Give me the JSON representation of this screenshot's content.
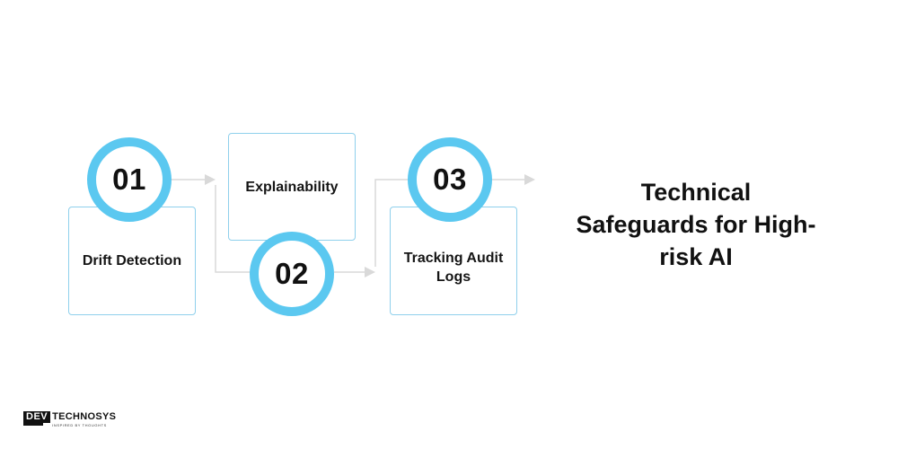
{
  "diagram": {
    "title": "Technical Safeguards for High-risk AI",
    "steps": [
      {
        "number": "01",
        "label": "Drift Detection"
      },
      {
        "number": "02",
        "label": "Explainability"
      },
      {
        "number": "03",
        "label": "Tracking Audit Logs"
      }
    ]
  },
  "colors": {
    "accent": "#5bc8f0",
    "card_border": "#8fd0ec",
    "connector": "#d9d9d9",
    "text": "#111111"
  },
  "logo": {
    "mark": "DEV",
    "name": "TECHNOSYS",
    "tagline": "INSPIRED BY THOUGHTS"
  }
}
